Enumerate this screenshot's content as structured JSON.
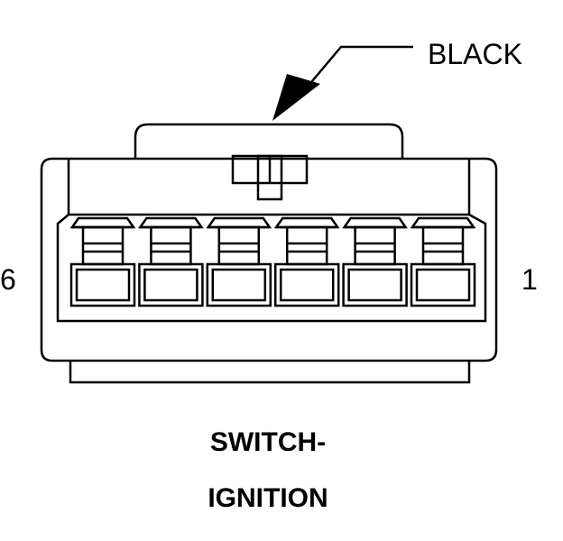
{
  "callout": {
    "color_label": "BLACK"
  },
  "pin_labels": {
    "left": "6",
    "right": "1"
  },
  "title": {
    "line1": "SWITCH-",
    "line2": "IGNITION"
  },
  "connector": {
    "cavity_count": 6
  }
}
